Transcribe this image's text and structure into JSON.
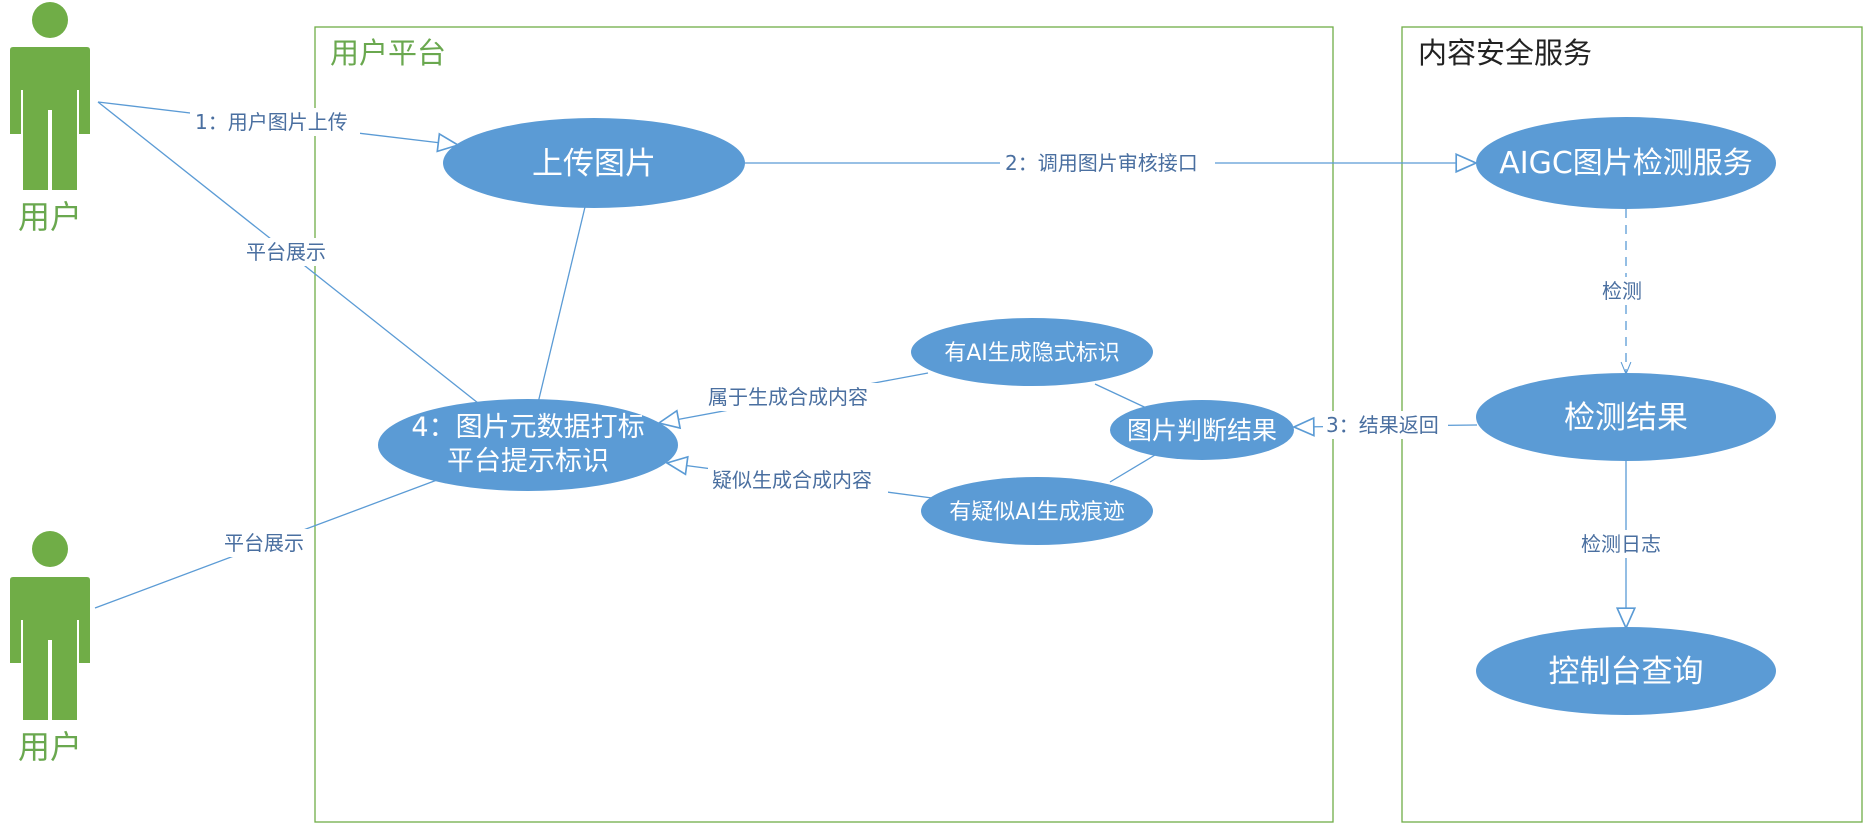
{
  "colors": {
    "actor": "#70ad47",
    "boundary": "#70ad47",
    "usecase": "#5b9bd5",
    "line": "#5b9bd5",
    "edge_text": "#4a6fa0"
  },
  "actors": {
    "top": {
      "label": "用户"
    },
    "bottom": {
      "label": "用户"
    }
  },
  "boundaries": {
    "user_platform": {
      "title": "用户平台"
    },
    "content_security": {
      "title": "内容安全服务"
    }
  },
  "usecases": {
    "upload": {
      "label": "上传图片"
    },
    "metadata": {
      "line1": "4：图片元数据打标",
      "line2": "平台提示标识"
    },
    "ai_mark": {
      "label": "有AI生成隐式标识"
    },
    "ai_trace": {
      "label": "有疑似AI生成痕迹"
    },
    "judge": {
      "label": "图片判断结果"
    },
    "aigc_service": {
      "label": "AIGC图片检测服务"
    },
    "detect_result": {
      "label": "检测结果"
    },
    "console": {
      "label": "控制台查询"
    }
  },
  "edges": {
    "upload_step": "1：用户图片上传",
    "platform_show_top": "平台展示",
    "platform_show_bottom": "平台展示",
    "call_api": "2：调用图片审核接口",
    "detect": "检测",
    "result_return": "3：结果返回",
    "belongs": "属于生成合成内容",
    "suspected": "疑似生成合成内容",
    "detect_log": "检测日志"
  }
}
